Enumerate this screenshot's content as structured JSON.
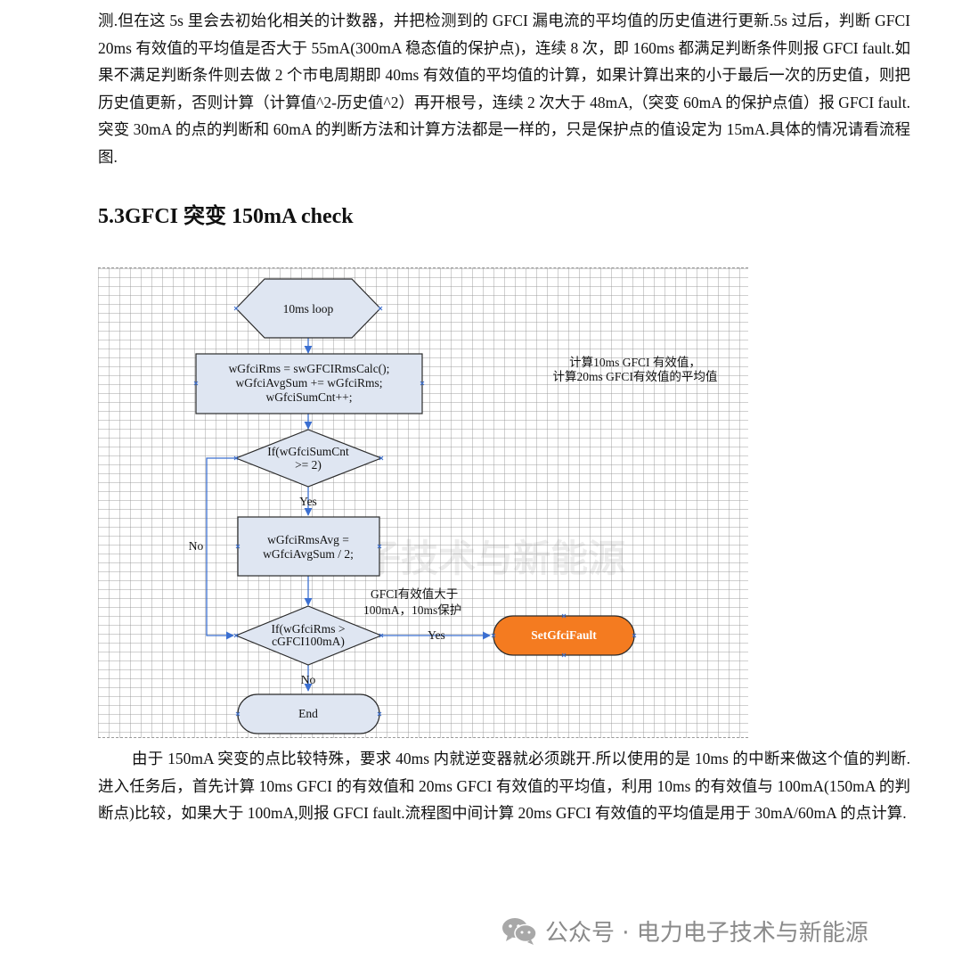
{
  "paragraph1": "测.但在这 5s 里会去初始化相关的计数器，并把检测到的 GFCI 漏电流的平均值的历史值进行更新.5s 过后，判断 GFCI 20ms 有效值的平均值是否大于 55mA(300mA 稳态值的保护点)，连续 8 次，即 160ms 都满足判断条件则报 GFCI fault.如果不满足判断条件则去做 2 个市电周期即 40ms 有效值的平均值的计算，如果计算出来的小于最后一次的历史值，则把历史值更新，否则计算（计算值^2-历史值^2）再开根号，连续 2 次大于 48mA,（突变 60mA 的保护点值）报 GFCI fault.突变 30mA 的点的判断和 60mA 的判断方法和计算方法都是一样的，只是保护点的值设定为 15mA.具体的情况请看流程图.",
  "heading": "5.3GFCI  突变 150mA check",
  "flowchart": {
    "start": "10ms loop",
    "calc_line1": "wGfciRms = swGFCIRmsCalc();",
    "calc_line2": "wGfciAvgSum += wGfciRms;",
    "calc_line3": "wGfciSumCnt++;",
    "note_line1": "计算10ms GFCI 有效值，",
    "note_line2": "计算20ms GFCI有效值的平均值",
    "decision1_line1": "If(wGfciSumCnt",
    "decision1_line2": ">= 2)",
    "yes1": "Yes",
    "no1": "No",
    "avg_line1": "wGfciRmsAvg =",
    "avg_line2": "wGfciAvgSum  / 2;",
    "note2_line1": "GFCI有效值大于",
    "note2_line2": "100mA，10ms保护",
    "decision2_line1": "If(wGfciRms >",
    "decision2_line2": "cGFCI100mA)",
    "yes2": "Yes",
    "fault": "SetGfciFault",
    "no2": "No",
    "end": "End",
    "watermark": "电力电子技术与新能源",
    "colors": {
      "box_fill": "#dfe6f2",
      "box_stroke": "#2b2b2b",
      "arrow": "#3b6fd1",
      "fault_fill": "#f47b20"
    }
  },
  "paragraph2": "由于 150mA 突变的点比较特殊，要求 40ms 内就逆变器就必须跳开.所以使用的是 10ms 的中断来做这个值的判断.进入任务后，首先计算 10ms GFCI 的有效值和 20ms GFCI 有效值的平均值，利用 10ms 的有效值与 100mA(150mA 的判断点)比较，如果大于 100mA,则报 GFCI fault.流程图中间计算 20ms GFCI 有效值的平均值是用于 30mA/60mA 的点计算.",
  "footer": {
    "icon": "wechat-icon",
    "text": "公众号 · 电力电子技术与新能源"
  }
}
